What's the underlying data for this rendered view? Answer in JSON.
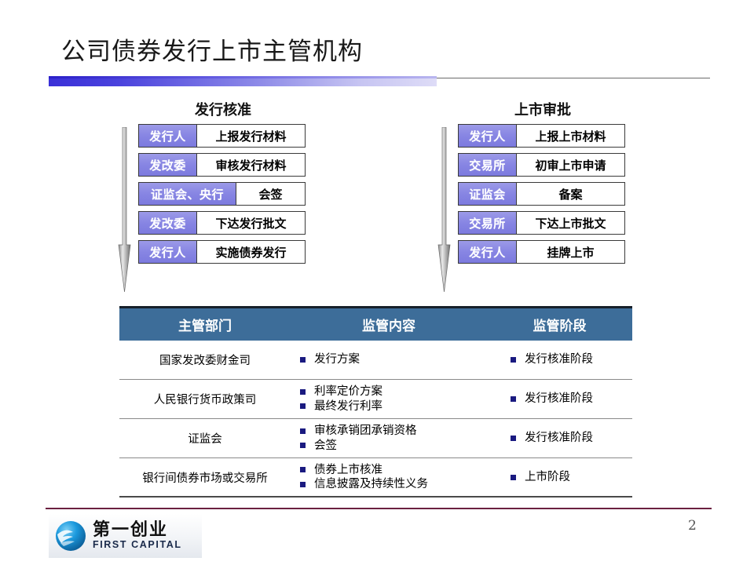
{
  "slide": {
    "title": "公司债券发行上市主管机构",
    "page_number": "2",
    "accent_gradient_start": "#3a30d8",
    "accent_gradient_end": "#dedcf7",
    "footer_rule_color": "#6b2040"
  },
  "flow_left": {
    "heading": "发行核准",
    "arrow_icon": "down-arrow-icon",
    "rows": [
      {
        "actor": "发行人",
        "action": "上报发行材料",
        "wide": false
      },
      {
        "actor": "发改委",
        "action": "审核发行材料",
        "wide": false
      },
      {
        "actor": "证监会、央行",
        "action": "会签",
        "wide": true
      },
      {
        "actor": "发改委",
        "action": "下达发行批文",
        "wide": false
      },
      {
        "actor": "发行人",
        "action": "实施债券发行",
        "wide": false
      }
    ]
  },
  "flow_right": {
    "heading": "上市审批",
    "arrow_icon": "down-arrow-icon",
    "rows": [
      {
        "actor": "发行人",
        "action": "上报上市材料",
        "wide": false
      },
      {
        "actor": "交易所",
        "action": "初审上市申请",
        "wide": false
      },
      {
        "actor": "证监会",
        "action": "备案",
        "wide": false
      },
      {
        "actor": "交易所",
        "action": "下达上市批文",
        "wide": false
      },
      {
        "actor": "发行人",
        "action": "挂牌上市",
        "wide": false
      }
    ]
  },
  "table": {
    "header_bg": "#3d6d99",
    "bullet_color": "#1a1a80",
    "columns": [
      "主管部门",
      "监管内容",
      "监管阶段"
    ],
    "rows": [
      {
        "department": "国家发改委财金司",
        "content": [
          "发行方案"
        ],
        "stage": [
          "发行核准阶段"
        ]
      },
      {
        "department": "人民银行货币政策司",
        "content": [
          "利率定价方案",
          "最终发行利率"
        ],
        "stage": [
          "发行核准阶段"
        ]
      },
      {
        "department": "证监会",
        "content": [
          "审核承销团承销资格",
          "会签"
        ],
        "stage": [
          "发行核准阶段"
        ]
      },
      {
        "department": "银行间债券市场或交易所",
        "content": [
          "债券上市核准",
          "信息披露及持续性义务"
        ],
        "stage": [
          "上市阶段"
        ]
      }
    ]
  },
  "footer": {
    "logo_cn": "第一创业",
    "logo_en": "FIRST CAPITAL",
    "logo_icon": "globe-icon"
  }
}
